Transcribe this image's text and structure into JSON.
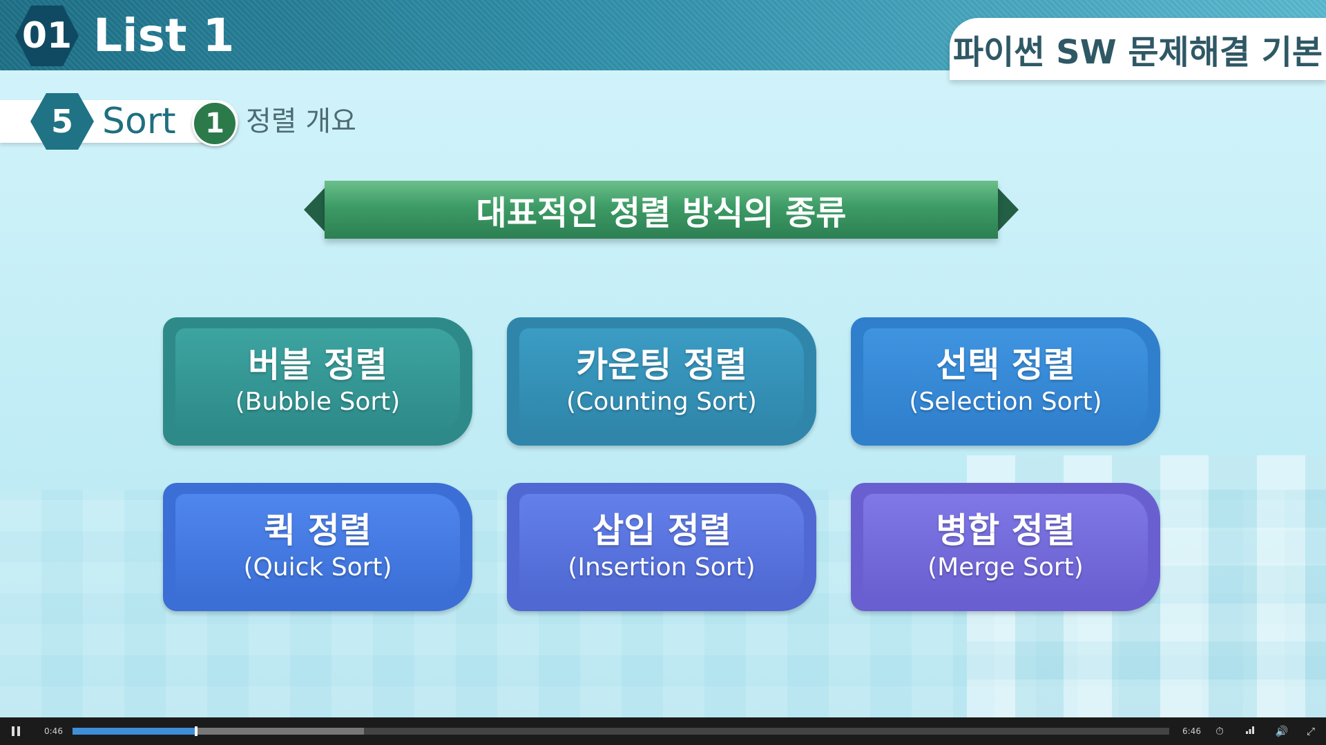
{
  "header": {
    "chapter_number": "01",
    "chapter_title": "List 1",
    "course_title": "파이썬 SW 문제해결 기본"
  },
  "section": {
    "number": "5",
    "title": "Sort",
    "sub_number": "1",
    "sub_title": "정렬 개요"
  },
  "banner": {
    "title": "대표적인 정렬 방식의 종류"
  },
  "cards": [
    {
      "ko": "버블 정렬",
      "en": "(Bubble Sort)",
      "color_outer": "#2d8a89",
      "color_inner": "#3da4a0"
    },
    {
      "ko": "카운팅 정렬",
      "en": "(Counting Sort)",
      "color_outer": "#2f86aa",
      "color_inner": "#3b9cc4"
    },
    {
      "ko": "선택 정렬",
      "en": "(Selection Sort)",
      "color_outer": "#2f7fcc",
      "color_inner": "#3f94e0"
    },
    {
      "ko": "퀵 정렬",
      "en": "(Quick Sort)",
      "color_outer": "#3b6fd6",
      "color_inner": "#4f86ee"
    },
    {
      "ko": "삽입 정렬",
      "en": "(Insertion Sort)",
      "color_outer": "#4f68d2",
      "color_inner": "#6380ea"
    },
    {
      "ko": "병합 정렬",
      "en": "(Merge Sort)",
      "color_outer": "#6a5fd0",
      "color_inner": "#7f78e6"
    }
  ],
  "player": {
    "current_time": "0:46",
    "duration": "6:46",
    "progress_fraction": 0.113,
    "buffered_fraction": 0.266,
    "icons": [
      "pause-icon",
      "speed-icon",
      "quality-icon",
      "volume-icon",
      "fullscreen-exit-icon"
    ]
  }
}
